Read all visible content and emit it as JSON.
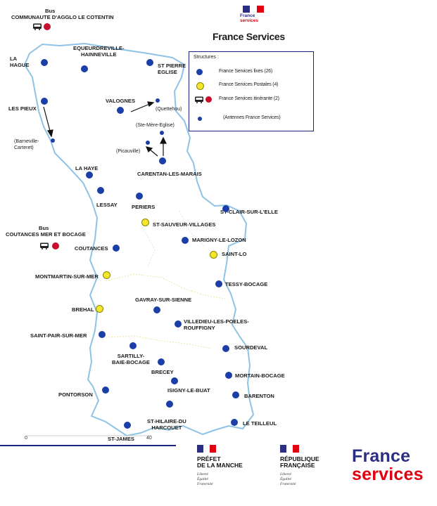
{
  "title": "France Services",
  "legend": {
    "heading": "Structures :",
    "items": [
      {
        "label": "France Services fixes (26)",
        "marker": "blue-dot"
      },
      {
        "label": "France Services Postales (4)",
        "marker": "yellow-dot"
      },
      {
        "label": "France Services itinérante (2)",
        "marker": "bus-icon+red-dot"
      },
      {
        "label": "(Antennes France Services)",
        "marker": "small-blue-dot"
      }
    ]
  },
  "colors": {
    "fixed": "#1b3ea8",
    "postal": "#f4e62a",
    "mobile": "#c8102e",
    "outline": "#8fc3e6",
    "brand_blue": "#2b2e83",
    "brand_red": "#e1000f"
  },
  "places": {
    "bus1_top": "Bus",
    "bus1_name": "COMMUNAUTE D'AGGLO LE COTENTIN",
    "equeurdreville": "EQUEURDREVILLE-\nHAINNEVILLE",
    "la_hague": "LA\nHAGUE",
    "st_pierre": "ST PIERRE\nEGLISE",
    "valognes": "VALOGNES",
    "quettehou": "(Quettehou)",
    "les_pieux": "LES PIEUX",
    "ste_mere": "(Ste-Mère-Eglise)",
    "barneville": "(Barneville-\nCarteret)",
    "picauville": "(Picauville)",
    "carentan": "CARENTAN-LES-MARAIS",
    "la_haye": "LA HAYE",
    "lessay": "LESSAY",
    "periers": "PERIERS",
    "st_clair": "ST-CLAIR-SUR-L'ELLE",
    "bus2_top": "Bus",
    "bus2_name": "COUTANCES MER ET BOCAGE",
    "st_sauveur": "ST-SAUVEUR-VILLAGES",
    "marigny": "MARIGNY-LE-LOZON",
    "coutances": "COUTANCES",
    "saint_lo": "SAINT-LO",
    "montmartin": "MONTMARTIN-SUR-MER",
    "tessy": "TESSY-BOCAGE",
    "gavray": "GAVRAY-SUR-SIENNE",
    "brehal": "BREHAL",
    "villedieu": "VILLEDIEU-LES-POELES-\nROUFFIGNY",
    "saint_pair": "SAINT-PAIR-SUR-MER",
    "sourdeval": "SOURDEVAL",
    "sartilly": "SARTILLY-\nBAIE-BOCAGE",
    "brecey": "BRECEY",
    "mortain": "MORTAIN-BOCAGE",
    "isigny": "ISIGNY-LE-BUAT",
    "pontorson": "PONTORSON",
    "barenton": "BARENTON",
    "st_hilaire": "ST-HILAIRE-DU\nHARCOUET",
    "le_teilleul": "LE TEILLEUL",
    "st_james": "ST-JAMES"
  },
  "scale": {
    "start": "0",
    "end": "40"
  },
  "logos": {
    "top_small_1": "France",
    "top_small_2": "services",
    "prefet_1": "PRÉFET",
    "prefet_2": "DE LA MANCHE",
    "motto_1": "Liberté",
    "motto_2": "Égalité",
    "motto_3": "Fraternité",
    "rep_1": "RÉPUBLIQUE",
    "rep_2": "FRANÇAISE",
    "motto_b_1": "Liberté",
    "motto_b_2": "Égalité",
    "motto_b_3": "Fraternité",
    "fs_1": "France",
    "fs_2": "services"
  }
}
